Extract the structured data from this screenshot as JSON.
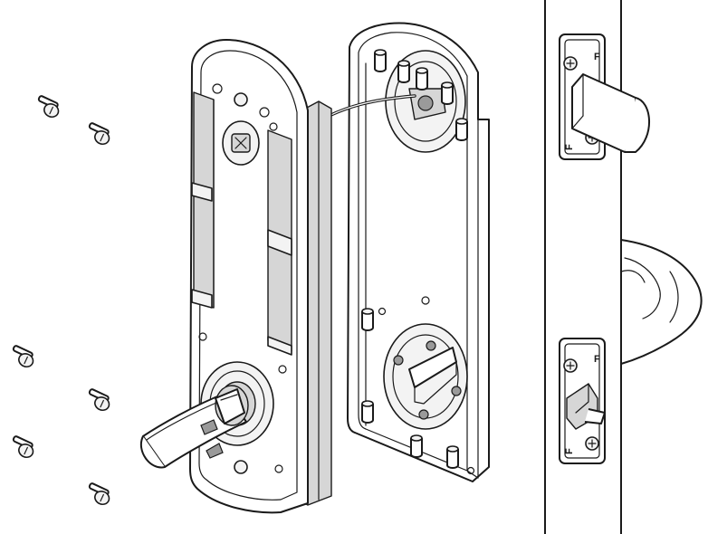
{
  "door_edge": {
    "latch_plate_top_mark": "F",
    "latch_plate_top_mark_bottom": "F",
    "latch_plate_bottom_mark": "F",
    "latch_plate_bottom_mark_bottom": "F"
  },
  "screws": {
    "count": 6
  }
}
